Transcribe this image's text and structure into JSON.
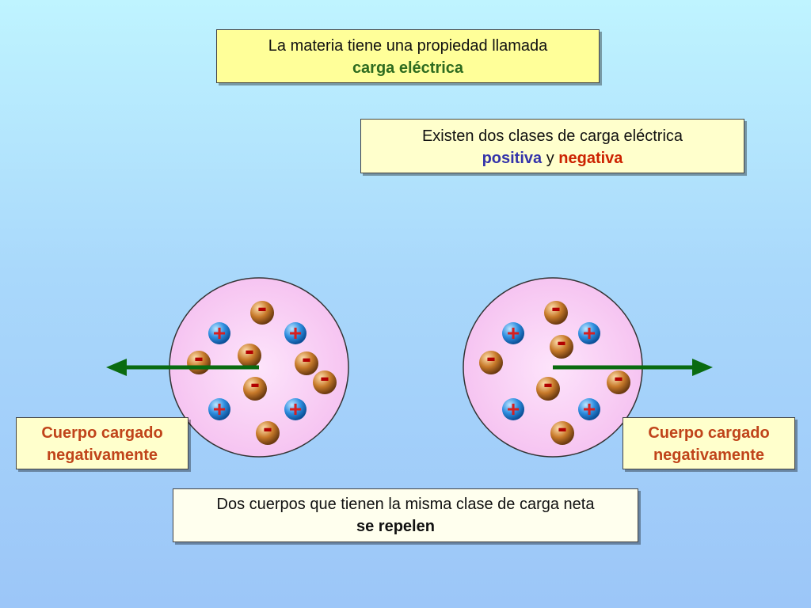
{
  "intro": {
    "line1": "La materia tiene una propiedad llamada",
    "line2": "carga eléctrica"
  },
  "classes": {
    "line1": "Existen dos clases de carga eléctrica",
    "positive": "positiva",
    "connector": "y",
    "negative": "negativa"
  },
  "bodies": [
    {
      "label_line1": "Cuerpo cargado",
      "label_line2": "negativamente"
    },
    {
      "label_line1": "Cuerpo cargado",
      "label_line2": "negativamente"
    }
  ],
  "conclusion": {
    "line1": "Dos cuerpos que tienen la misma clase de carga neta",
    "line2": "se repelen"
  },
  "symbols": {
    "positive": "+",
    "negative": "-"
  },
  "colors": {
    "body_fill": "#f8c8f4",
    "positive_charge": "#2f8ee0",
    "negative_charge": "#c87a2a",
    "arrow": "#0a6b10"
  }
}
